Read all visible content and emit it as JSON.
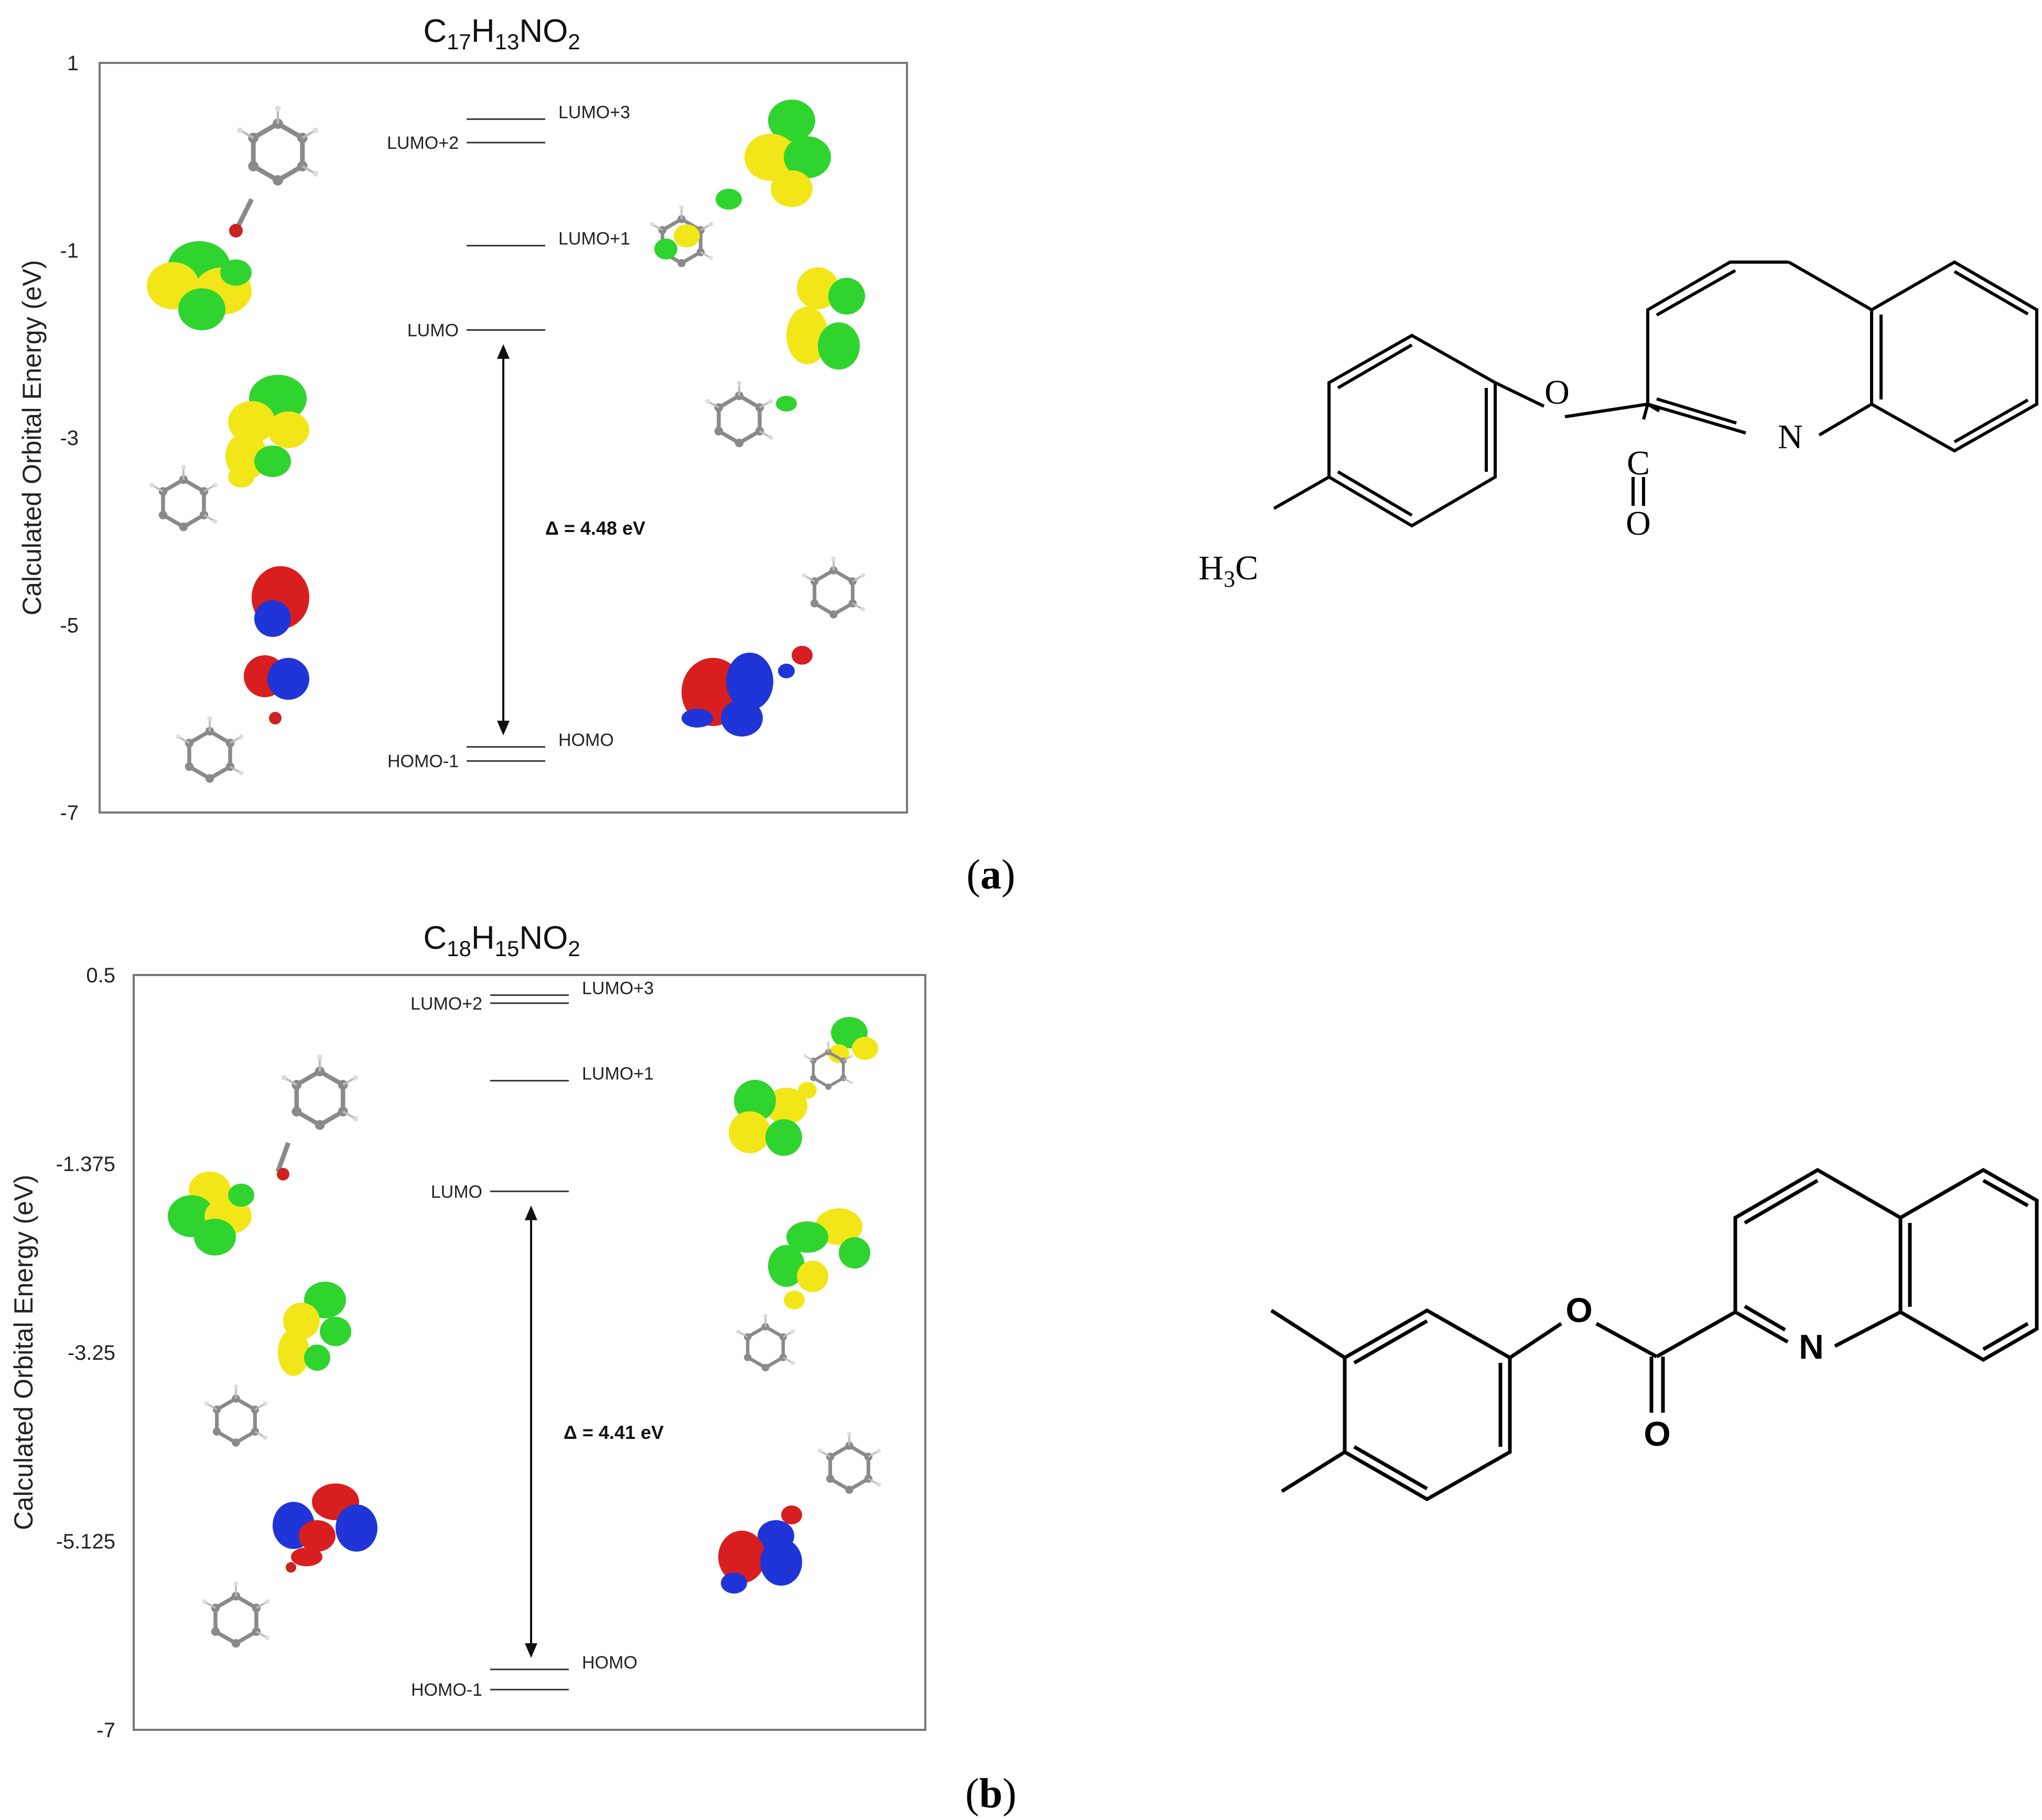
{
  "panels": [
    {
      "label": "(a)",
      "title": "C17H13NO2",
      "title_parts": {
        "c": "C",
        "c_n": "17",
        "h": "H",
        "h_n": "13",
        "no": "NO",
        "o_n": "2"
      },
      "ylabel": "Calculated Orbital Energy (eV)",
      "y_ticks": [
        "1",
        "-1",
        "-3",
        "-5",
        "-7"
      ],
      "ylim": [
        -7,
        1
      ],
      "levels": [
        {
          "name": "LUMO+3",
          "energy": 0.4,
          "label_side": "right"
        },
        {
          "name": "LUMO+2",
          "energy": 0.15,
          "label_side": "left"
        },
        {
          "name": "LUMO+1",
          "energy": -0.95,
          "label_side": "right"
        },
        {
          "name": "LUMO",
          "energy": -1.85,
          "label_side": "left"
        },
        {
          "name": "HOMO",
          "energy": -6.3,
          "label_side": "right"
        },
        {
          "name": "HOMO-1",
          "energy": -6.45,
          "label_side": "left"
        }
      ],
      "gap_label": "Δ = 4.48 eV",
      "gap_range": [
        -1.85,
        -6.3
      ],
      "structure_labels": {
        "o_ester": "O",
        "c_carbonyl": "C",
        "o_carbonyl": "O",
        "n": "N",
        "methyl": "H3C"
      }
    },
    {
      "label": "(b)",
      "title": "C18H15NO2",
      "title_parts": {
        "c": "C",
        "c_n": "18",
        "h": "H",
        "h_n": "15",
        "no": "NO",
        "o_n": "2"
      },
      "ylabel": "Calculated Orbital Energy (eV)",
      "y_ticks": [
        "0.5",
        "-1.375",
        "-3.25",
        "-5.125",
        "-7"
      ],
      "ylim": [
        -7,
        0.5
      ],
      "levels": [
        {
          "name": "LUMO+3",
          "energy": 0.3,
          "label_side": "right"
        },
        {
          "name": "LUMO+2",
          "energy": 0.22,
          "label_side": "left"
        },
        {
          "name": "LUMO+1",
          "energy": -0.55,
          "label_side": "right"
        },
        {
          "name": "LUMO",
          "energy": -1.65,
          "label_side": "left"
        },
        {
          "name": "HOMO",
          "energy": -6.4,
          "label_side": "right"
        },
        {
          "name": "HOMO-1",
          "energy": -6.6,
          "label_side": "left"
        }
      ],
      "gap_label": "Δ = 4.41 eV",
      "gap_range": [
        -1.65,
        -6.4
      ],
      "structure_labels": {
        "o_ester": "O",
        "o_carbonyl": "O",
        "n": "N"
      }
    }
  ],
  "colors": {
    "lobe_yellow": "#f2e619",
    "lobe_green": "#2fd42f",
    "lobe_red": "#d81e1e",
    "lobe_blue": "#1f35d8",
    "atom_grey": "#8a8a8a",
    "atom_n": "#3344cc",
    "atom_o": "#cc2222"
  }
}
